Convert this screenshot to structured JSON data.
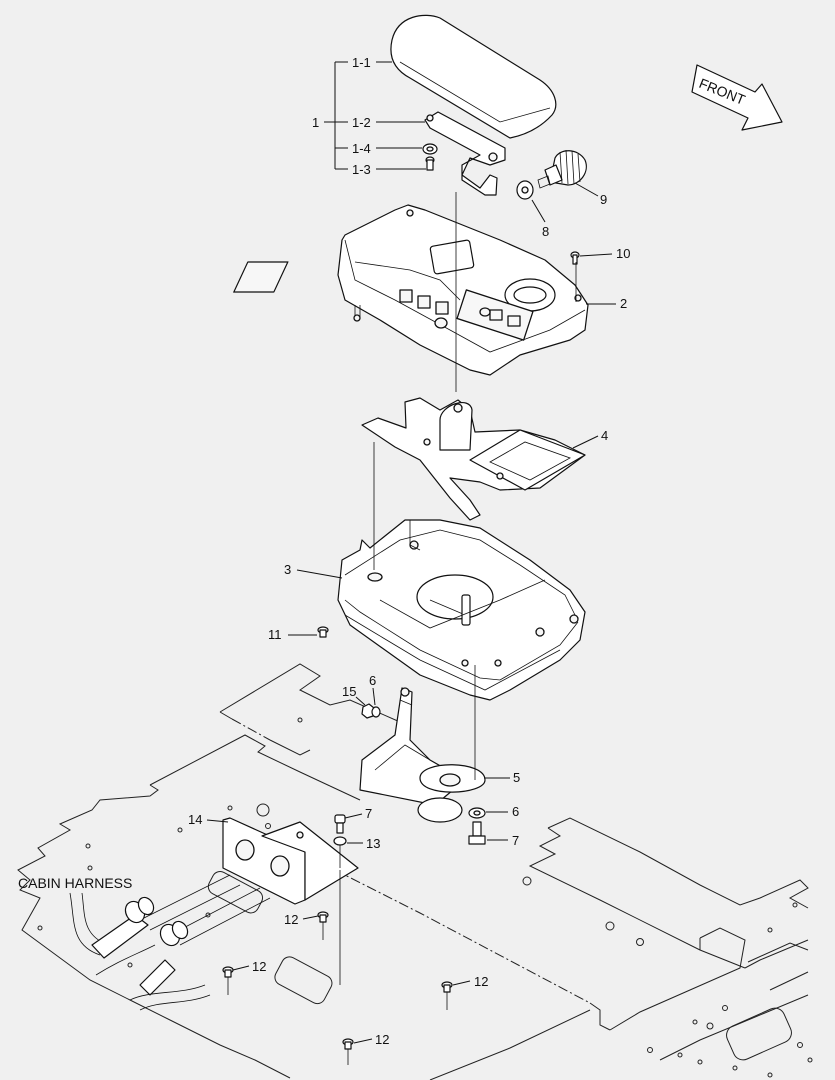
{
  "labels": {
    "p1": "1",
    "p1_1": "1-1",
    "p1_2": "1-2",
    "p1_3": "1-3",
    "p1_4": "1-4",
    "p2": "2",
    "p3": "3",
    "p4": "4",
    "p5": "5",
    "p6a": "6",
    "p6b": "6",
    "p7a": "7",
    "p7b": "7",
    "p8": "8",
    "p9": "9",
    "p10": "10",
    "p11": "11",
    "p12a": "12",
    "p12b": "12",
    "p12c": "12",
    "p12d": "12",
    "p13": "13",
    "p14": "14",
    "p15": "15"
  },
  "annotations": {
    "front": "FRONT",
    "cabin_harness": "CABIN HARNESS"
  }
}
